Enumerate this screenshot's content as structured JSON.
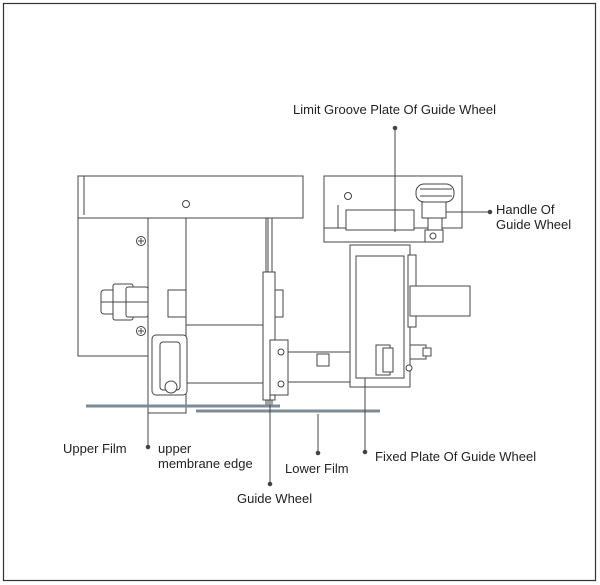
{
  "labels": {
    "limit_groove_plate": "Limit Groove Plate Of Guide Wheel",
    "handle_line1": "Handle Of",
    "handle_line2": "Guide Wheel",
    "upper_film": "Upper Film",
    "upper_membrane_line1": "upper",
    "upper_membrane_line2": "membrane edge",
    "lower_film": "Lower Film",
    "fixed_plate": "Fixed Plate Of Guide Wheel",
    "guide_wheel": "Guide Wheel"
  }
}
